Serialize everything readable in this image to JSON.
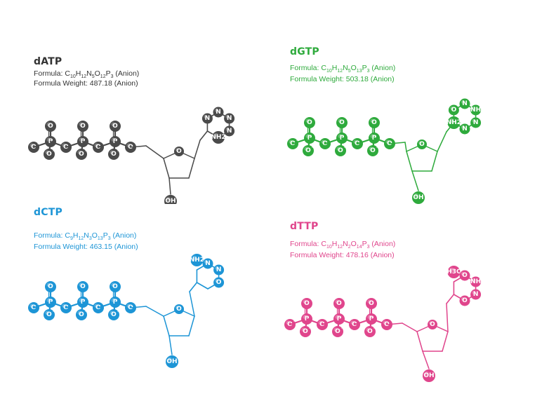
{
  "molecules": [
    {
      "id": "datp",
      "name": "dATP",
      "formula_label": "Formula: ",
      "formula_parts": [
        [
          "C",
          "10"
        ],
        [
          "H",
          "12"
        ],
        [
          "N",
          "5"
        ],
        [
          "O",
          "12"
        ],
        [
          "P",
          "3"
        ]
      ],
      "formula_suffix": " (Anion)",
      "weight_label": "Formula Weight: 487.18 (Anion)",
      "color": "#4a4a4a",
      "text_color": "#333333",
      "base": "adenine",
      "base_labels": [
        "N",
        "N",
        "N",
        "N",
        "NH2"
      ]
    },
    {
      "id": "dgtp",
      "name": "dGTP",
      "formula_label": "Formula: ",
      "formula_parts": [
        [
          "C",
          "10"
        ],
        [
          "H",
          "12"
        ],
        [
          "N",
          "5"
        ],
        [
          "O",
          "13"
        ],
        [
          "P",
          "3"
        ]
      ],
      "formula_suffix": " (Anion)",
      "weight_label": "Formula Weight: 503.18 (Anion)",
      "color": "#2eaa3c",
      "text_color": "#2eaa3c",
      "base": "guanine",
      "base_labels": [
        "O",
        "N",
        "NH",
        "N",
        "N",
        "NH2"
      ]
    },
    {
      "id": "dctp",
      "name": "dCTP",
      "formula_label": "Formula: ",
      "formula_parts": [
        [
          "C",
          "9"
        ],
        [
          "H",
          "12"
        ],
        [
          "N",
          "3"
        ],
        [
          "O",
          "13"
        ],
        [
          "P",
          "3"
        ]
      ],
      "formula_suffix": " (Anion)",
      "weight_label": "Formula Weight: 463.15 (Anion)",
      "color": "#1d95d6",
      "text_color": "#1d95d6",
      "base": "cytosine",
      "base_labels": [
        "NH2",
        "N",
        "N",
        "O"
      ]
    },
    {
      "id": "dttp",
      "name": "dTTP",
      "formula_label": "Formula: ",
      "formula_parts": [
        [
          "C",
          "10"
        ],
        [
          "H",
          "12"
        ],
        [
          "N",
          "2"
        ],
        [
          "O",
          "14"
        ],
        [
          "P",
          "3"
        ]
      ],
      "formula_suffix": " (Anion)",
      "weight_label": "Formula Weight: 478.16 (Anion)",
      "color": "#e0458c",
      "text_color": "#e0458c",
      "base": "thymine",
      "base_labels": [
        "H3C",
        "O",
        "NH",
        "N",
        "O"
      ]
    }
  ],
  "labels": {
    "O": "O",
    "P": "P",
    "OH": "OH",
    "Ominus": "O-"
  }
}
